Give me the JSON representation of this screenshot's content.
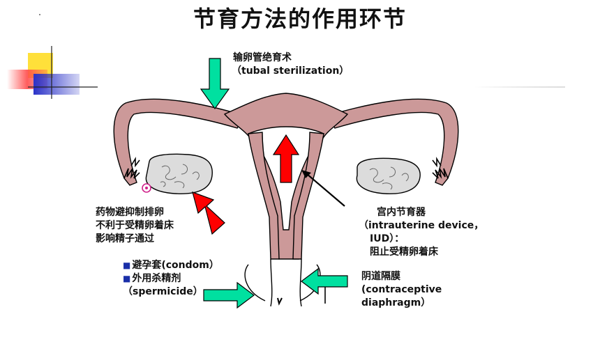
{
  "title": "节育方法的作用环节",
  "labels": {
    "tubal_cn": "输卵管绝育术",
    "tubal_en": "（tubal sterilization）",
    "drug_1": "药物避抑制排卵",
    "drug_2": "不利于受精卵着床",
    "drug_3": "影响精子通过",
    "iud_1": "宫内节育器",
    "iud_2": "（intrauterine device，",
    "iud_3": "IUD）：",
    "iud_4": "阻止受精卵着床",
    "condom": "避孕套(condom）",
    "spermicide_1": "外用杀精剂",
    "spermicide_2": "（spermicide）",
    "diaphragm_1": "阴道隔膜",
    "diaphragm_2": "(contraceptive",
    "diaphragm_3": "diaphragm）"
  },
  "bullet_glyph": "■",
  "colors": {
    "uterus_fill": "#cc9999",
    "arrow_green": "#00e0a0",
    "arrow_red": "#ff0000",
    "ovary_fill": "#dcdcdc",
    "deco_yellow": "#ffe03a",
    "deco_red": "#ff4a4a",
    "deco_blue": "#2b33c8"
  }
}
